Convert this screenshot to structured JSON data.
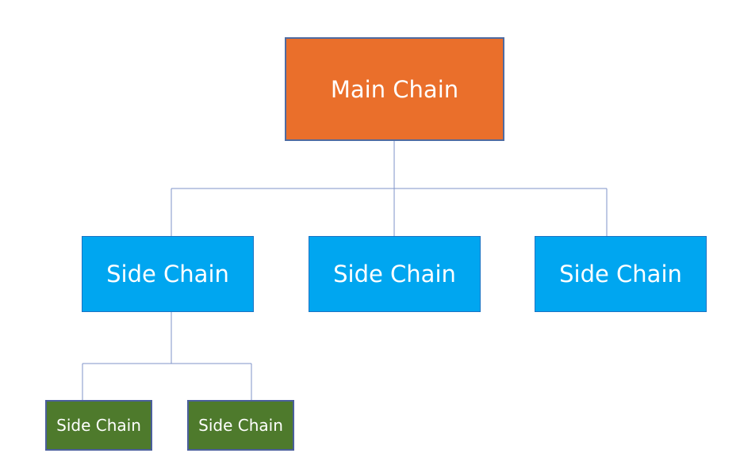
{
  "diagram": {
    "root": {
      "label": "Main Chain",
      "color": "#ea6f2b"
    },
    "children": [
      {
        "label": "Side Chain",
        "color": "#00a6f0"
      },
      {
        "label": "Side Chain",
        "color": "#00a6f0"
      },
      {
        "label": "Side Chain",
        "color": "#00a6f0"
      }
    ],
    "grandchildren": [
      {
        "label": "Side Chain",
        "color": "#4e7a2c"
      },
      {
        "label": "Side Chain",
        "color": "#4e7a2c"
      }
    ],
    "connector_color": "#7f93c9"
  }
}
